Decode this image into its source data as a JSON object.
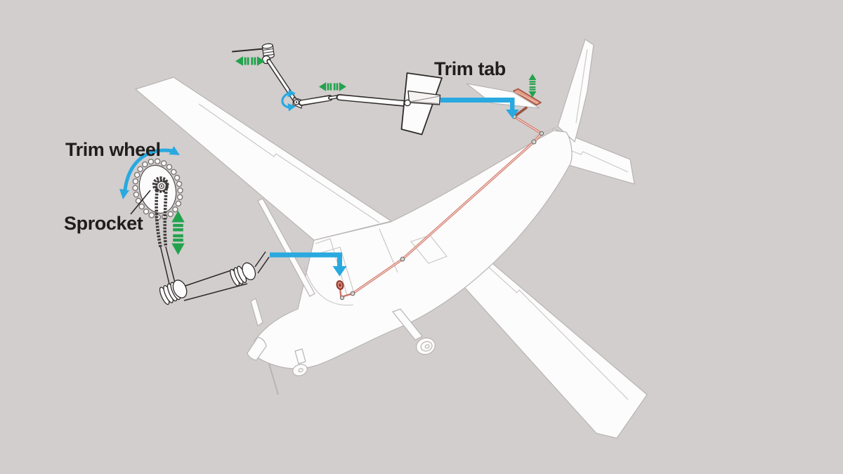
{
  "diagram": {
    "labels": {
      "trim_wheel": "Trim wheel",
      "sprocket": "Sprocket",
      "trim_tab": "Trim tab"
    },
    "icons": {
      "callout_arrow": "blue-elbow-arrow",
      "motion_arrow": "green-striped-double-arrow",
      "rotation_arrow": "blue-curved-rotation-arrow"
    },
    "colors": {
      "background": "#d2cecd",
      "airframe_fill": "#fcfcfc",
      "airframe_line": "#b9b4b3",
      "detail_line": "#2e2a2a",
      "highlight_blue": "#29a9e0",
      "motion_green": "#23a24d",
      "cable": "#cf7265",
      "cable_core": "#f6ddd6",
      "pushrod_brown": "#9c5540",
      "tab_fill": "#e29a85",
      "tab_border": "#a6503a",
      "joint_fill": "#d9d5d4",
      "joint_line": "#6b6866",
      "label_text": "#211d1e"
    }
  }
}
